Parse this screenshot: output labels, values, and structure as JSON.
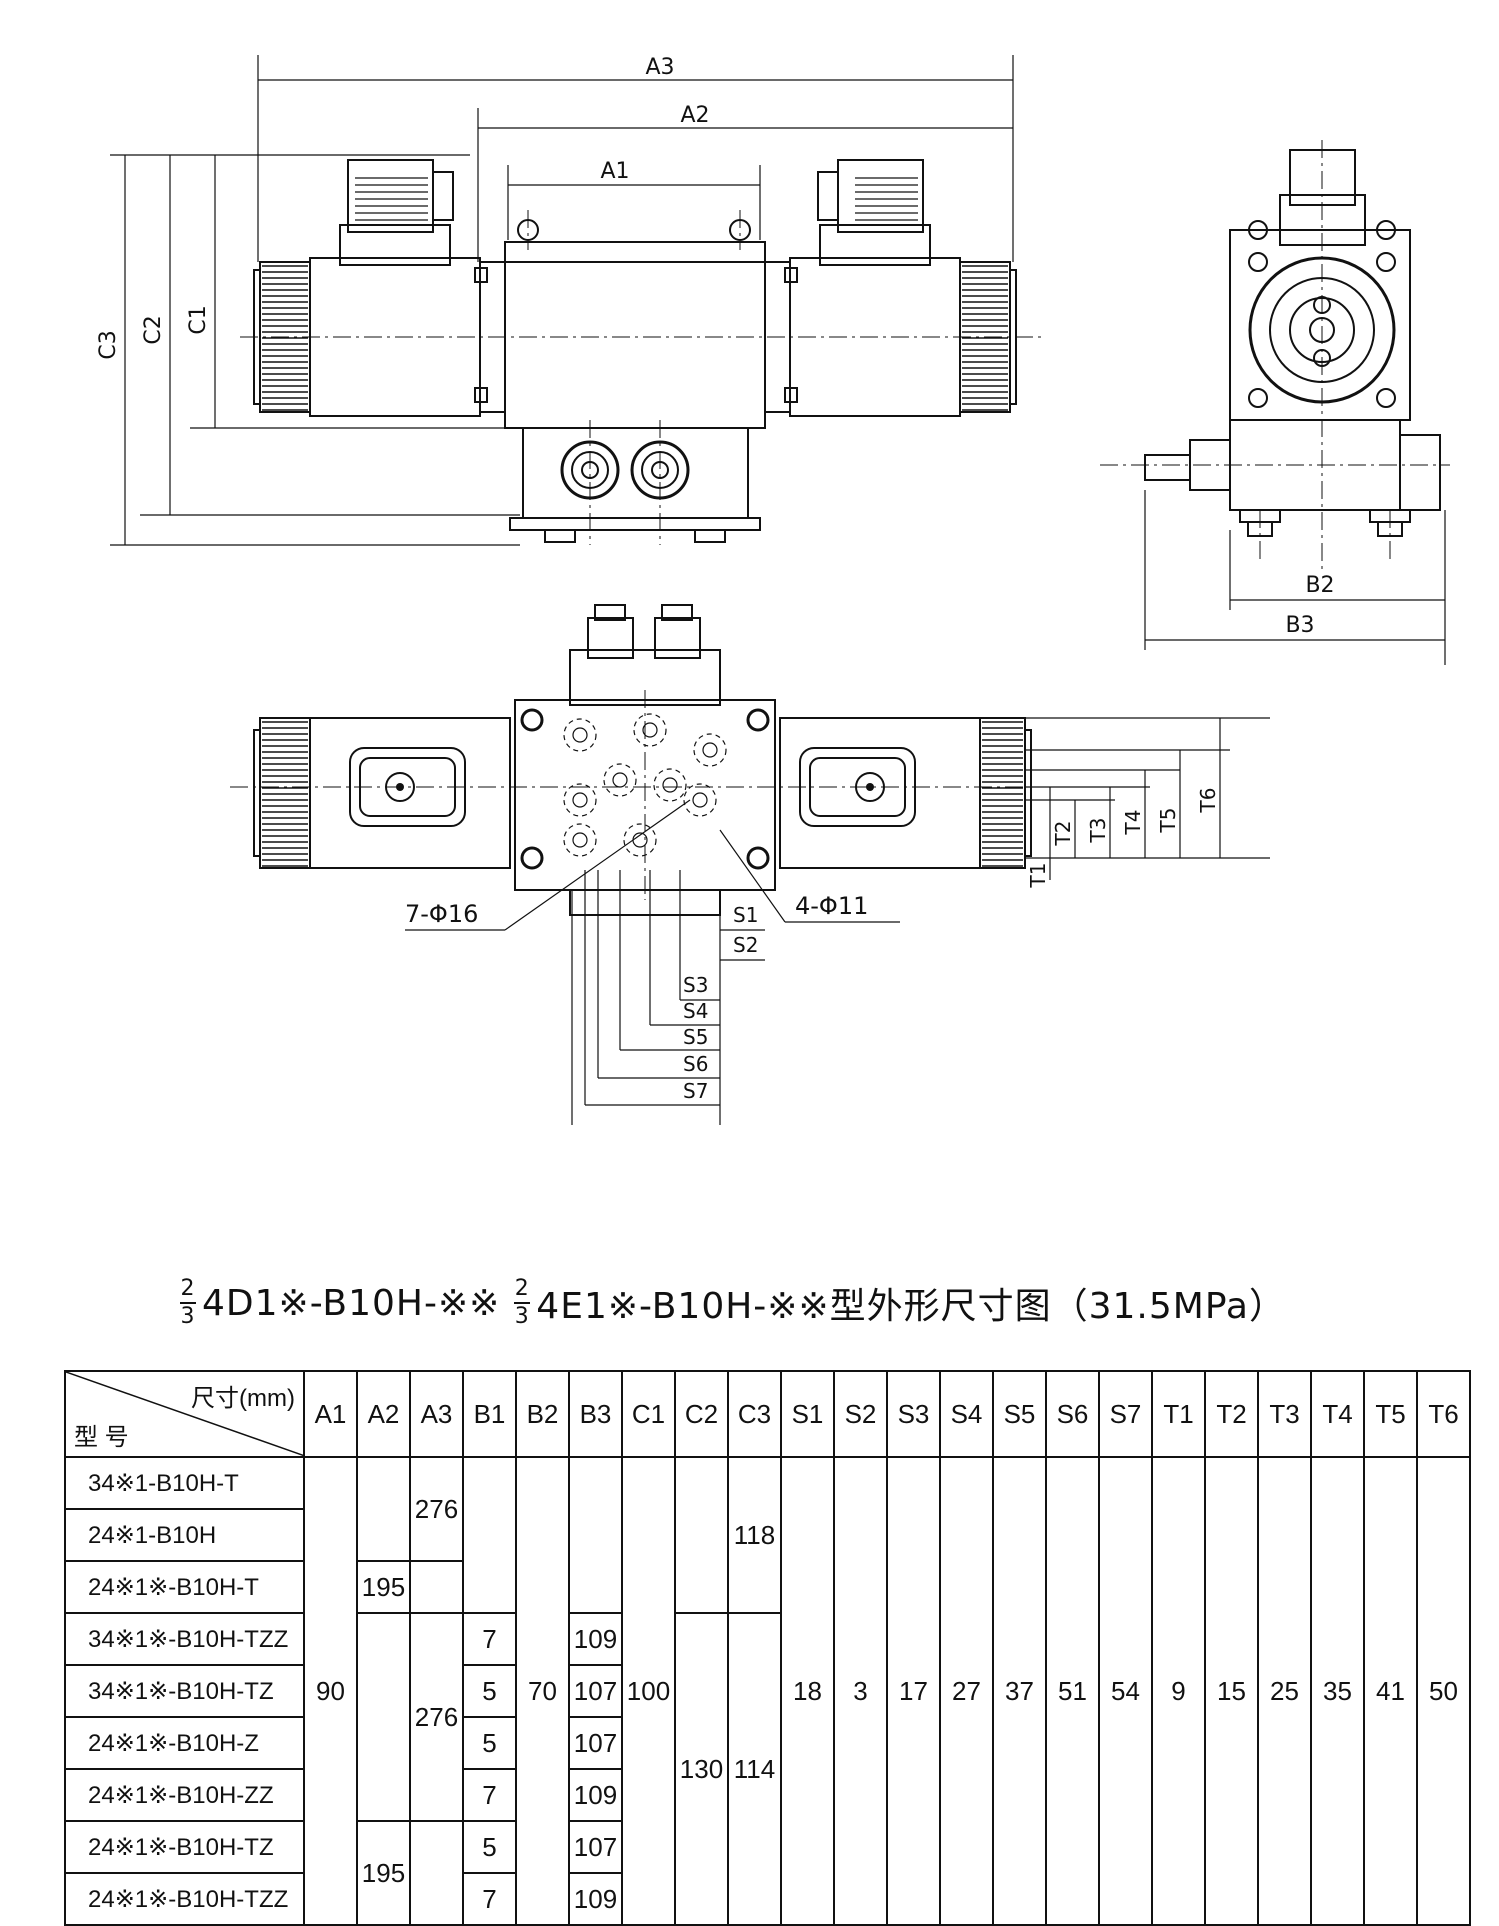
{
  "drawing": {
    "dims_top": [
      "A3",
      "A2",
      "A1"
    ],
    "dims_left": [
      "C3",
      "C2",
      "C1"
    ],
    "dims_side": [
      "B2",
      "B3"
    ],
    "dims_bottom": [
      "S1",
      "S2",
      "S3",
      "S4",
      "S5",
      "S6",
      "S7"
    ],
    "dims_right": [
      "T1",
      "T2",
      "T3",
      "T4",
      "T5",
      "T6"
    ],
    "callout_holes_large": "7-Φ16",
    "callout_holes_small": "4-Φ11"
  },
  "caption": {
    "frac_num": "2",
    "frac_den": "3",
    "part1": "4D1※-B10H-※※",
    "part2": "4E1※-B10H-※※型外形尺寸图（31.5MPa）"
  },
  "table": {
    "corner_top": "尺寸(mm)",
    "corner_bottom": "型  号",
    "headers": [
      "A1",
      "A2",
      "A3",
      "B1",
      "B2",
      "B3",
      "C1",
      "C2",
      "C3",
      "S1",
      "S2",
      "S3",
      "S4",
      "S5",
      "S6",
      "S7",
      "T1",
      "T2",
      "T3",
      "T4",
      "T5",
      "T6"
    ],
    "models": [
      "34※1-B10H-T",
      "24※1-B10H",
      "24※1※-B10H-T",
      "34※1※-B10H-TZZ",
      "34※1※-B10H-TZ",
      "24※1※-B10H-Z",
      "24※1※-B10H-ZZ",
      "24※1※-B10H-TZ",
      "24※1※-B10H-TZZ"
    ],
    "A1": "90",
    "A2_a": "195",
    "A2_b": "195",
    "A3_a": "276",
    "A3_b": "276",
    "B1": [
      "7",
      "5",
      "5",
      "7",
      "5",
      "7"
    ],
    "B2": "70",
    "B3": [
      "109",
      "107",
      "107",
      "109",
      "107",
      "109"
    ],
    "C1": "100",
    "C2": "130",
    "C3_a": "118",
    "C3_b": "114",
    "S": [
      "18",
      "3",
      "17",
      "27",
      "37",
      "51",
      "54"
    ],
    "T": [
      "9",
      "15",
      "25",
      "35",
      "41",
      "50"
    ]
  }
}
